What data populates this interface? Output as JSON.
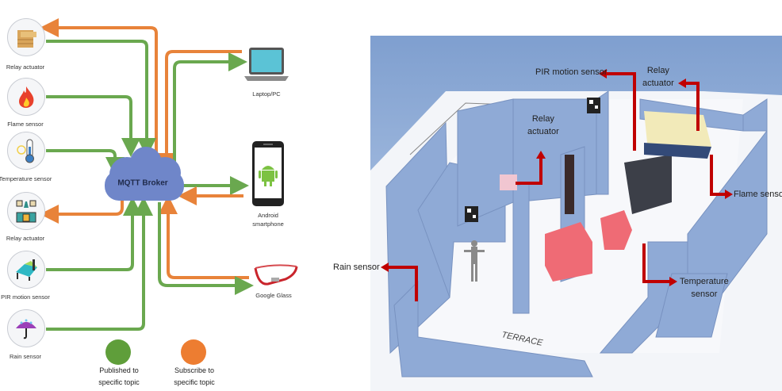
{
  "left_diagram": {
    "broker": {
      "label": "MQTT Broker",
      "icon": "cloud-icon"
    },
    "sensors": [
      {
        "label": "Relay actuator",
        "icon": "drawer-cabinet-icon",
        "direction": "publish-and-subscribe"
      },
      {
        "label": "Flame sensor",
        "icon": "flame-icon",
        "direction": "publish"
      },
      {
        "label": "Temperature sensor",
        "icon": "thermometer-icon",
        "direction": "publish"
      },
      {
        "label": "Relay actuator",
        "icon": "kitchen-appliance-icon",
        "direction": "subscribe"
      },
      {
        "label": "PIR motion sensor",
        "icon": "bed-icon",
        "direction": "publish"
      },
      {
        "label": "Rain sensor",
        "icon": "umbrella-rain-icon",
        "direction": "publish"
      }
    ],
    "devices": [
      {
        "label": "Laptop/PC",
        "icon": "laptop-icon"
      },
      {
        "label_line1": "Android",
        "label_line2": "smartphone",
        "icon": "android-phone-icon"
      },
      {
        "label": "Google Glass",
        "icon": "smart-glasses-icon"
      }
    ],
    "legend": [
      {
        "line1": "Published to",
        "line2": "specific topic",
        "color": "#5f9e3a"
      },
      {
        "line1": "Subscribe to",
        "line2": "specific topic",
        "color": "#ed7d31"
      }
    ],
    "colors": {
      "publish": "#6aa84f",
      "subscribe": "#e8833a",
      "broker": "#6f86c9"
    }
  },
  "house_model": {
    "labels": {
      "pir": "PIR motion sensor",
      "relay_top_1": "Relay",
      "relay_top_2": "actuator",
      "relay_mid_1": "Relay",
      "relay_mid_2": "actuator",
      "flame": "Flame sensor",
      "rain": "Rain sensor",
      "temp_1": "Temperature",
      "temp_2": "sensor",
      "terrace": "TERRACE"
    },
    "colors": {
      "arrow": "#c00000",
      "wall": "#8faad6",
      "floor": "#f4f6fa"
    }
  }
}
